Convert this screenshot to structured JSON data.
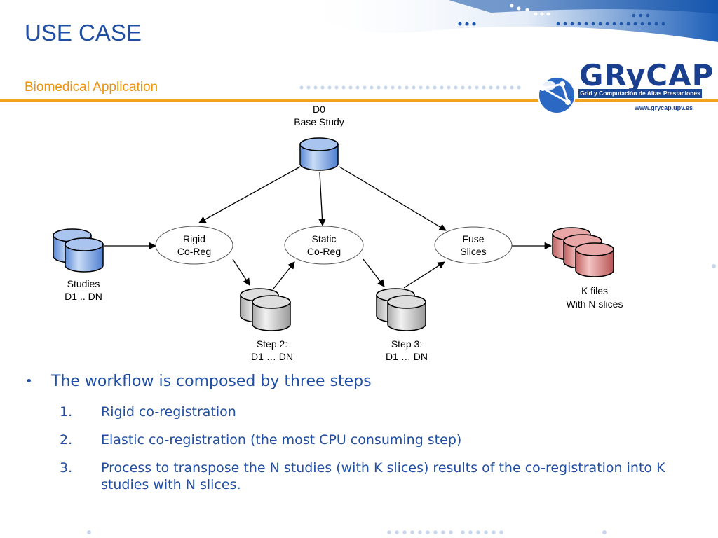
{
  "header": {
    "title": "USE CASE",
    "subtitle": "Biomedical Application",
    "logo_text": "GRyCAP",
    "logo_tagline": "Grid y Computación de Altas Prestaciones",
    "logo_url": "www.grycap.upv.es"
  },
  "diagram": {
    "base_study": {
      "line1": "D0",
      "line2": "Base Study"
    },
    "studies": {
      "line1": "Studies",
      "line2": "D1 .. DN"
    },
    "rigid": {
      "line1": "Rigid",
      "line2": "Co-Reg"
    },
    "static": {
      "line1": "Static",
      "line2": "Co-Reg"
    },
    "fuse": {
      "line1": "Fuse",
      "line2": "Slices"
    },
    "step2": {
      "line1": "Step 2:",
      "line2": "D1 … DN"
    },
    "step3": {
      "line1": "Step 3:",
      "line2": "D1 … DN"
    },
    "kfiles": {
      "line1": "K files",
      "line2": "With N slices"
    },
    "colors": {
      "blue_db": "#6f9ee6",
      "gray_db": "#c7c7c7",
      "red_db": "#d87c7c",
      "accent": "#f3a21d",
      "text_blue": "#1f4ea3"
    }
  },
  "bullets": {
    "main": "The workflow is composed by three steps",
    "items": [
      {
        "num": "1.",
        "text": "Rigid co-registration"
      },
      {
        "num": "2.",
        "text": "Elastic co-registration (the most CPU consuming step)"
      },
      {
        "num": "3.",
        "text": "Process to transpose the N studies (with K slices) results of the co-registration into K studies with N slices."
      }
    ]
  }
}
